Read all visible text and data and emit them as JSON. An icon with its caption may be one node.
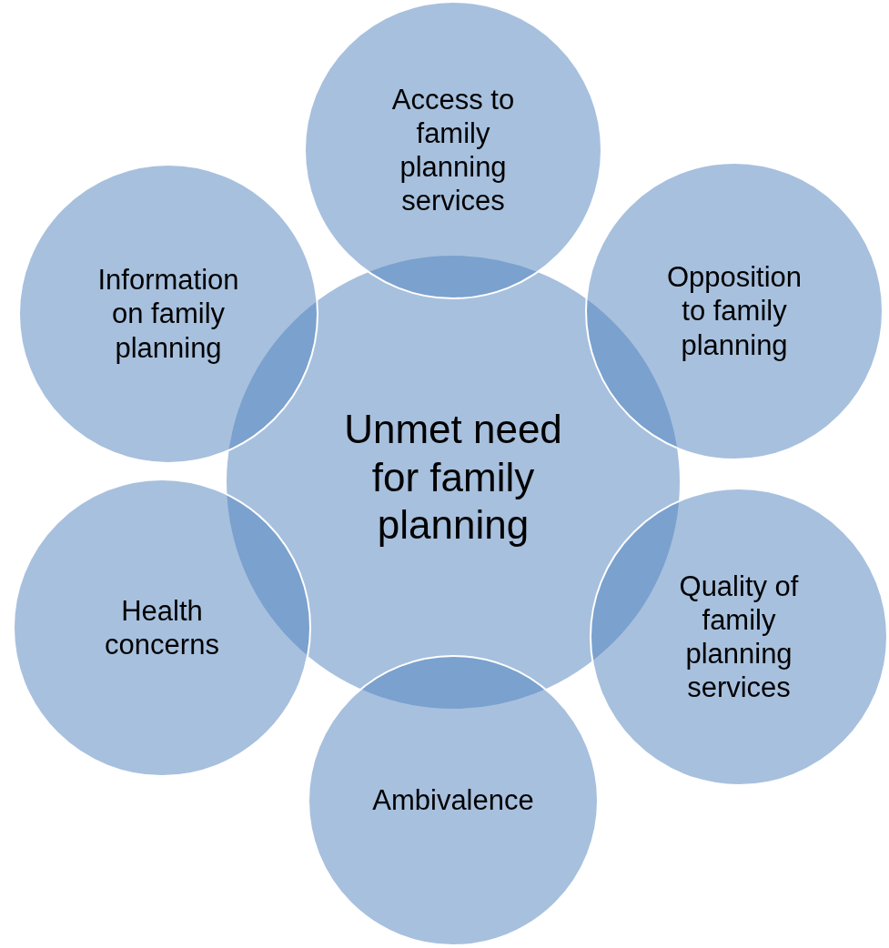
{
  "diagram": {
    "nodes": [
      {
        "text": [
          "Unmet need for family planning"
        ]
      },
      {
        "text": [
          "Access to family planning services"
        ]
      },
      {
        "text": [
          "Opposition to family planning"
        ]
      },
      {
        "text": [
          "Quality of family planning services"
        ]
      },
      {
        "text": [
          "Ambivalence"
        ]
      },
      {
        "text": [
          "Health concerns"
        ]
      },
      {
        "text": [
          "Information on family planning"
        ]
      }
    ]
  }
}
